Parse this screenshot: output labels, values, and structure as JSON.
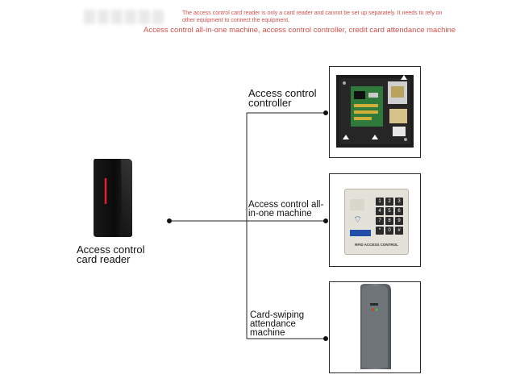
{
  "header": {
    "note": "The access control card reader is only a card reader and cannot be set up separately. It needs to rely on other equipment to connect the equipment.",
    "subtitle": "Access control all-in-one machine, access control controller, credit card attendance machine"
  },
  "source_device": {
    "label": "Access control\ncard reader"
  },
  "targets": [
    {
      "label": "Access control\ncontroller"
    },
    {
      "label": "Access control all-\nin-one machine"
    },
    {
      "label": "Card-swiping\nattendance\nmachine"
    }
  ],
  "keypad": {
    "keys": [
      "1",
      "2",
      "3",
      "4",
      "5",
      "6",
      "7",
      "8",
      "9",
      "*",
      "0",
      "#"
    ],
    "brand_text": "RFID ACCESS CONTROL"
  },
  "colors": {
    "accent_text": "#d0504c",
    "line": "#222222",
    "reader_led": "#e0202a"
  }
}
